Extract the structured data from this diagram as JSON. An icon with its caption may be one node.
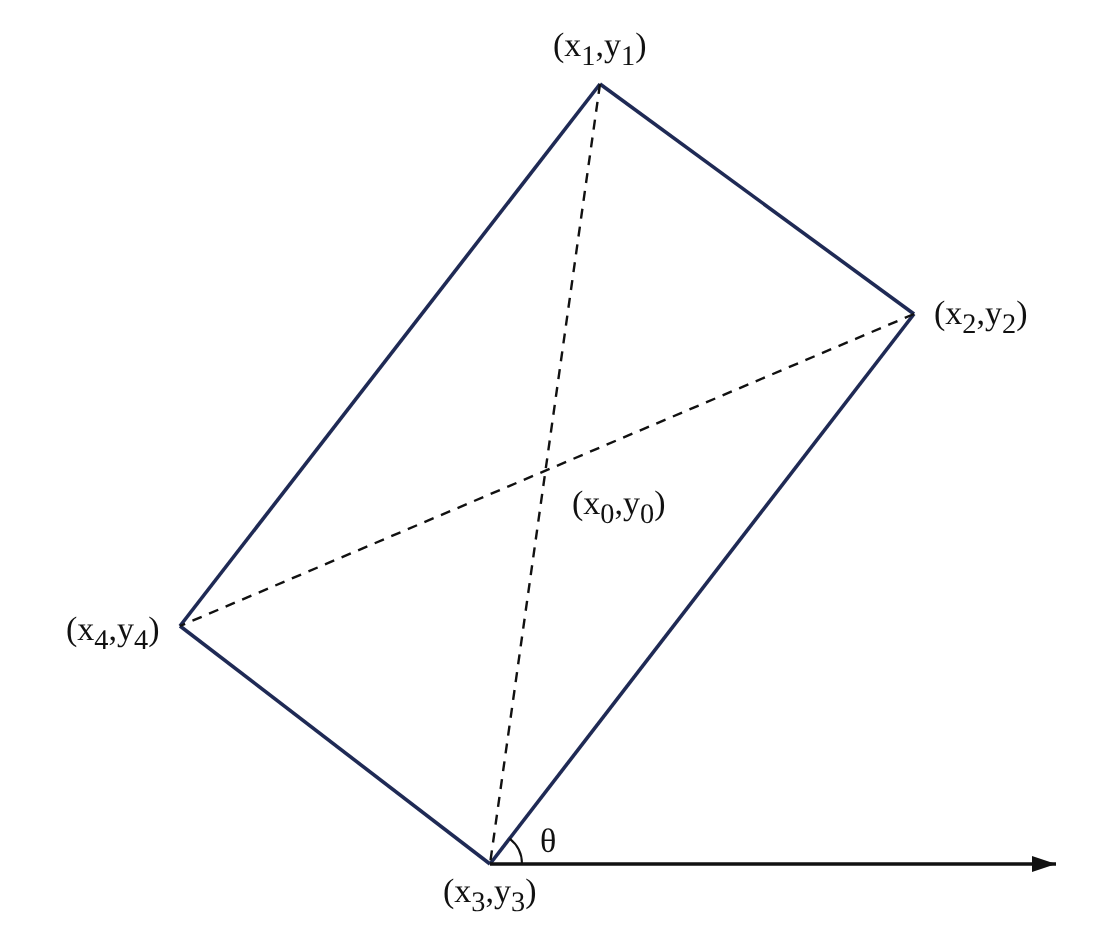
{
  "diagram": {
    "nodes": [
      {
        "text": [
          "(x$_{1}$,y$_{1}$)"
        ]
      },
      {
        "text": [
          "(x$_{2}$,y$_{2}$)"
        ]
      },
      {
        "text": [
          "(x$_{3}$,y$_{3}$)"
        ]
      },
      {
        "text": [
          "(x$_{4}$,y$_{4}$)"
        ]
      }
    ],
    "edges": [
      {
        "from": 0,
        "to": 1,
        "arrow": "none"
      },
      {
        "from": 1,
        "to": 2,
        "arrow": "none"
      },
      {
        "from": 2,
        "to": 3,
        "arrow": "none"
      },
      {
        "from": 3,
        "to": 0,
        "arrow": "none"
      },
      {
        "from": 0,
        "to": 2,
        "arrow": "none",
        "style": "dashed"
      },
      {
        "from": 1,
        "to": 3,
        "arrow": "none",
        "style": "dashed"
      },
      {
        "from": 2,
        "to": null,
        "arrow": "to"
      }
    ],
    "labels": [
      "(x$_{0}$,y$_{0}$)",
      "θ"
    ]
  }
}
